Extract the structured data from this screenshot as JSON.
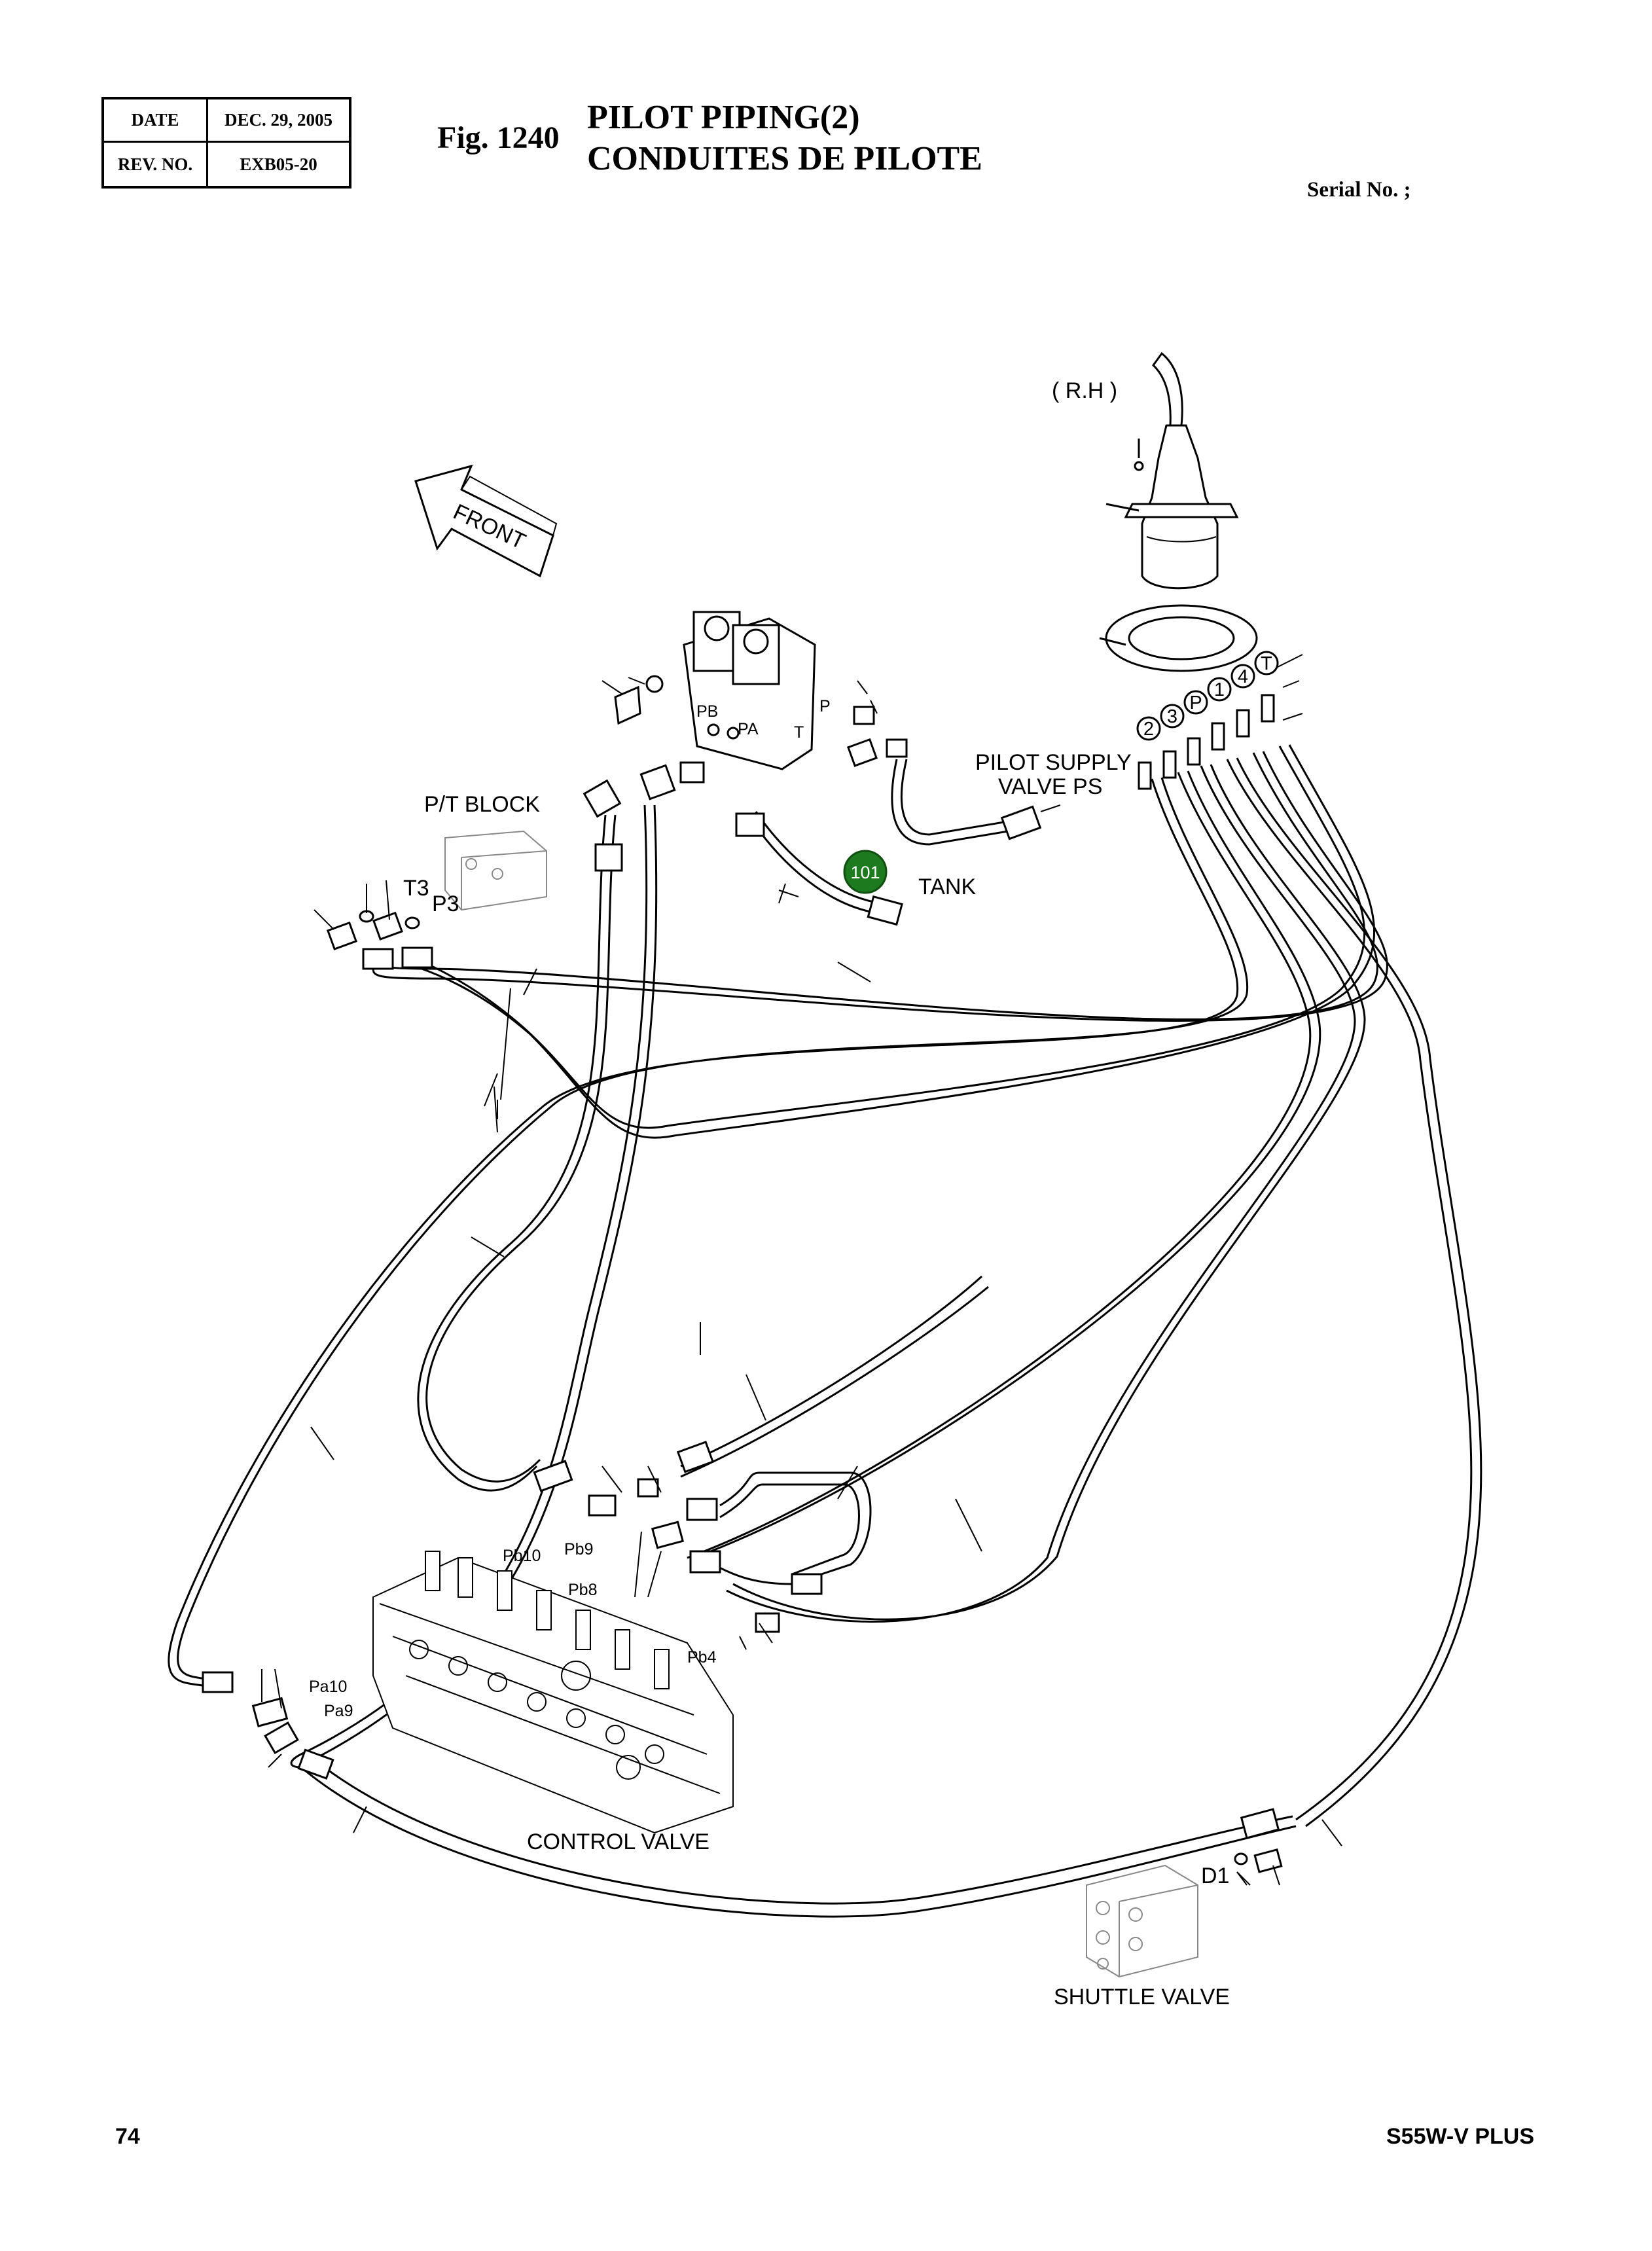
{
  "header": {
    "date_label": "DATE",
    "date_value": "DEC. 29, 2005",
    "rev_label": "REV. NO.",
    "rev_value": "EXB05-20"
  },
  "figure": {
    "number": "Fig. 1240",
    "title_en": "PILOT PIPING(2)",
    "title_fr": "CONDUITES DE PILOTE",
    "serial": "Serial No. ;"
  },
  "labels": {
    "rh": "( R.H )",
    "front": "FRONT",
    "pt_block": "P/T BLOCK",
    "t3": "T3",
    "p3": "P3",
    "pb": "PB",
    "pa": "PA",
    "p": "P",
    "t": "T",
    "pilot_supply_1": "PILOT SUPPLY",
    "pilot_supply_2": "VALVE  PS",
    "tank": "TANK",
    "pb10": "Pb10",
    "pb9": "Pb9",
    "pb8": "Pb8",
    "pb4": "Pb4",
    "pa10": "Pa10",
    "pa9": "Pa9",
    "control_valve": "CONTROL VALVE",
    "d1": "D1",
    "shuttle_valve": "SHUTTLE VALVE"
  },
  "port_markers": [
    "2",
    "3",
    "P",
    "1",
    "4",
    "T"
  ],
  "callout": {
    "number": "101",
    "color": "#1e7a1e"
  },
  "footer": {
    "page": "74",
    "model": "S55W-V PLUS"
  }
}
